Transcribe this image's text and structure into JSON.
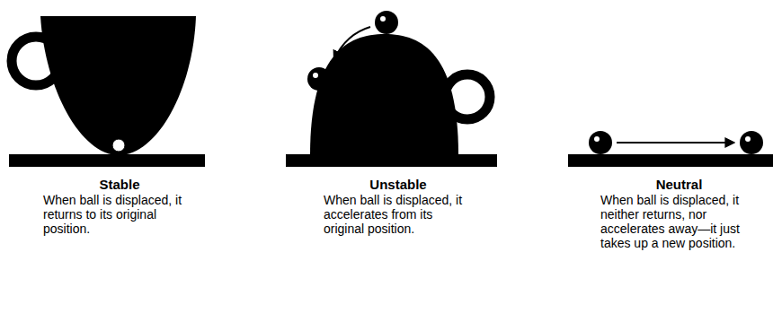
{
  "diagram": {
    "labels": [
      "Stable",
      "When ball is displaced, it returns to its original position.",
      "Unstable",
      "When ball is displaced, it accelerates from its original position.",
      "Neutral",
      "When ball is displaced, it neither returns, nor accelerates away—it just takes up a new position."
    ]
  }
}
